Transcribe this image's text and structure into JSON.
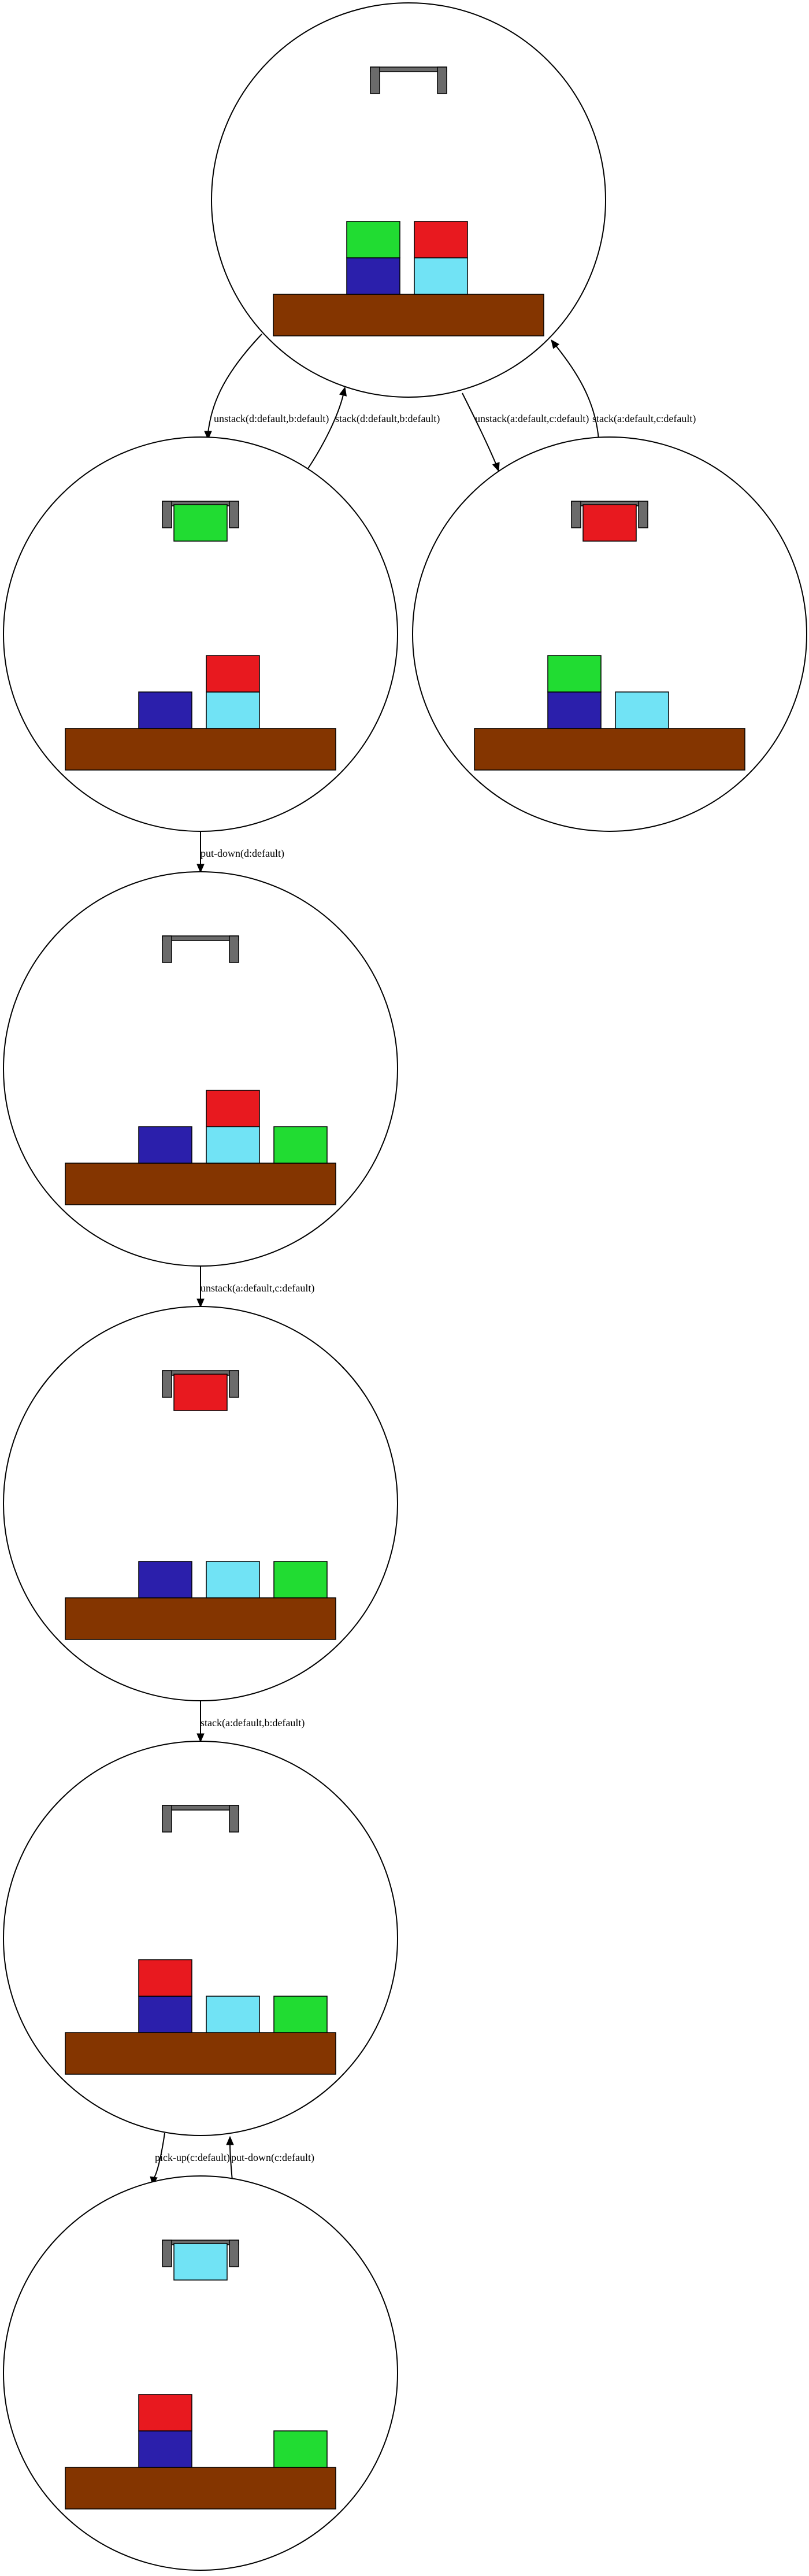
{
  "colors": {
    "blue": "#2b1fab",
    "cyan": "#71e3f5",
    "red": "#e8191f",
    "green": "#21dc32",
    "table": "#843500",
    "gripper": "#6b6b6b"
  },
  "states": [
    {
      "id": "s1",
      "stacks": [
        [
          "blue",
          "green"
        ],
        [
          "cyan",
          "red"
        ]
      ],
      "held": null
    },
    {
      "id": "s2",
      "stacks": [
        [
          "blue"
        ],
        [
          "cyan",
          "red"
        ]
      ],
      "held": "green"
    },
    {
      "id": "s3",
      "stacks": [
        [
          "blue",
          "green"
        ],
        [
          "cyan"
        ]
      ],
      "held": "red"
    },
    {
      "id": "s4",
      "stacks": [
        [
          "blue"
        ],
        [
          "cyan",
          "red"
        ],
        [
          "green"
        ]
      ],
      "held": null
    },
    {
      "id": "s5",
      "stacks": [
        [
          "blue"
        ],
        [
          "cyan"
        ],
        [
          "green"
        ]
      ],
      "held": "red"
    },
    {
      "id": "s6",
      "stacks": [
        [
          "blue",
          "red"
        ],
        [
          "cyan"
        ],
        [
          "green"
        ]
      ],
      "held": null
    },
    {
      "id": "s7",
      "stacks": [
        [
          "blue",
          "red"
        ],
        [],
        [
          "green"
        ]
      ],
      "held": "cyan"
    }
  ],
  "edges": [
    {
      "id": "e1",
      "label": "unstack(d:default,b:default)"
    },
    {
      "id": "e2",
      "label": "stack(d:default,b:default)"
    },
    {
      "id": "e3",
      "label": "unstack(a:default,c:default)"
    },
    {
      "id": "e4",
      "label": "stack(a:default,c:default)"
    },
    {
      "id": "e5",
      "label": "put-down(d:default)"
    },
    {
      "id": "e6",
      "label": "unstack(a:default,c:default)"
    },
    {
      "id": "e7",
      "label": "stack(a:default,b:default)"
    },
    {
      "id": "e8",
      "label": "pick-up(c:default)"
    },
    {
      "id": "e9",
      "label": "put-down(c:default)"
    }
  ]
}
